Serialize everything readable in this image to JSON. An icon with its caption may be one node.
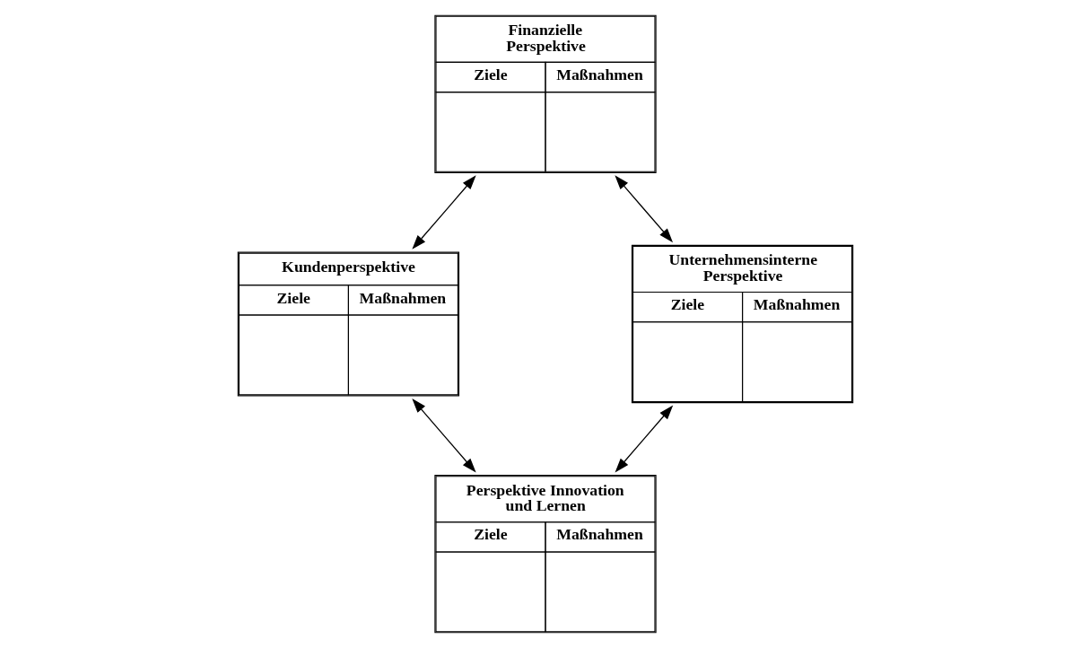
{
  "diagram": {
    "nodes": [
      {
        "text": [
          "Finanzielle Perspektive",
          "Ziele",
          "Maßnahmen"
        ]
      },
      {
        "text": [
          "Kundenperspektive",
          "Ziele",
          "Maßnahmen"
        ]
      },
      {
        "text": [
          "Unternehmensinterne Perspektive",
          "Ziele",
          "Maßnahmen"
        ]
      },
      {
        "text": [
          "Perspektive Innovation und Lernen",
          "Ziele",
          "Maßnahmen"
        ]
      }
    ],
    "edges": [
      {
        "from": 0,
        "to": 1,
        "arrow": "both"
      },
      {
        "from": 0,
        "to": 2,
        "arrow": "both"
      },
      {
        "from": 1,
        "to": 3,
        "arrow": "both"
      },
      {
        "from": 2,
        "to": 3,
        "arrow": "both"
      }
    ]
  }
}
